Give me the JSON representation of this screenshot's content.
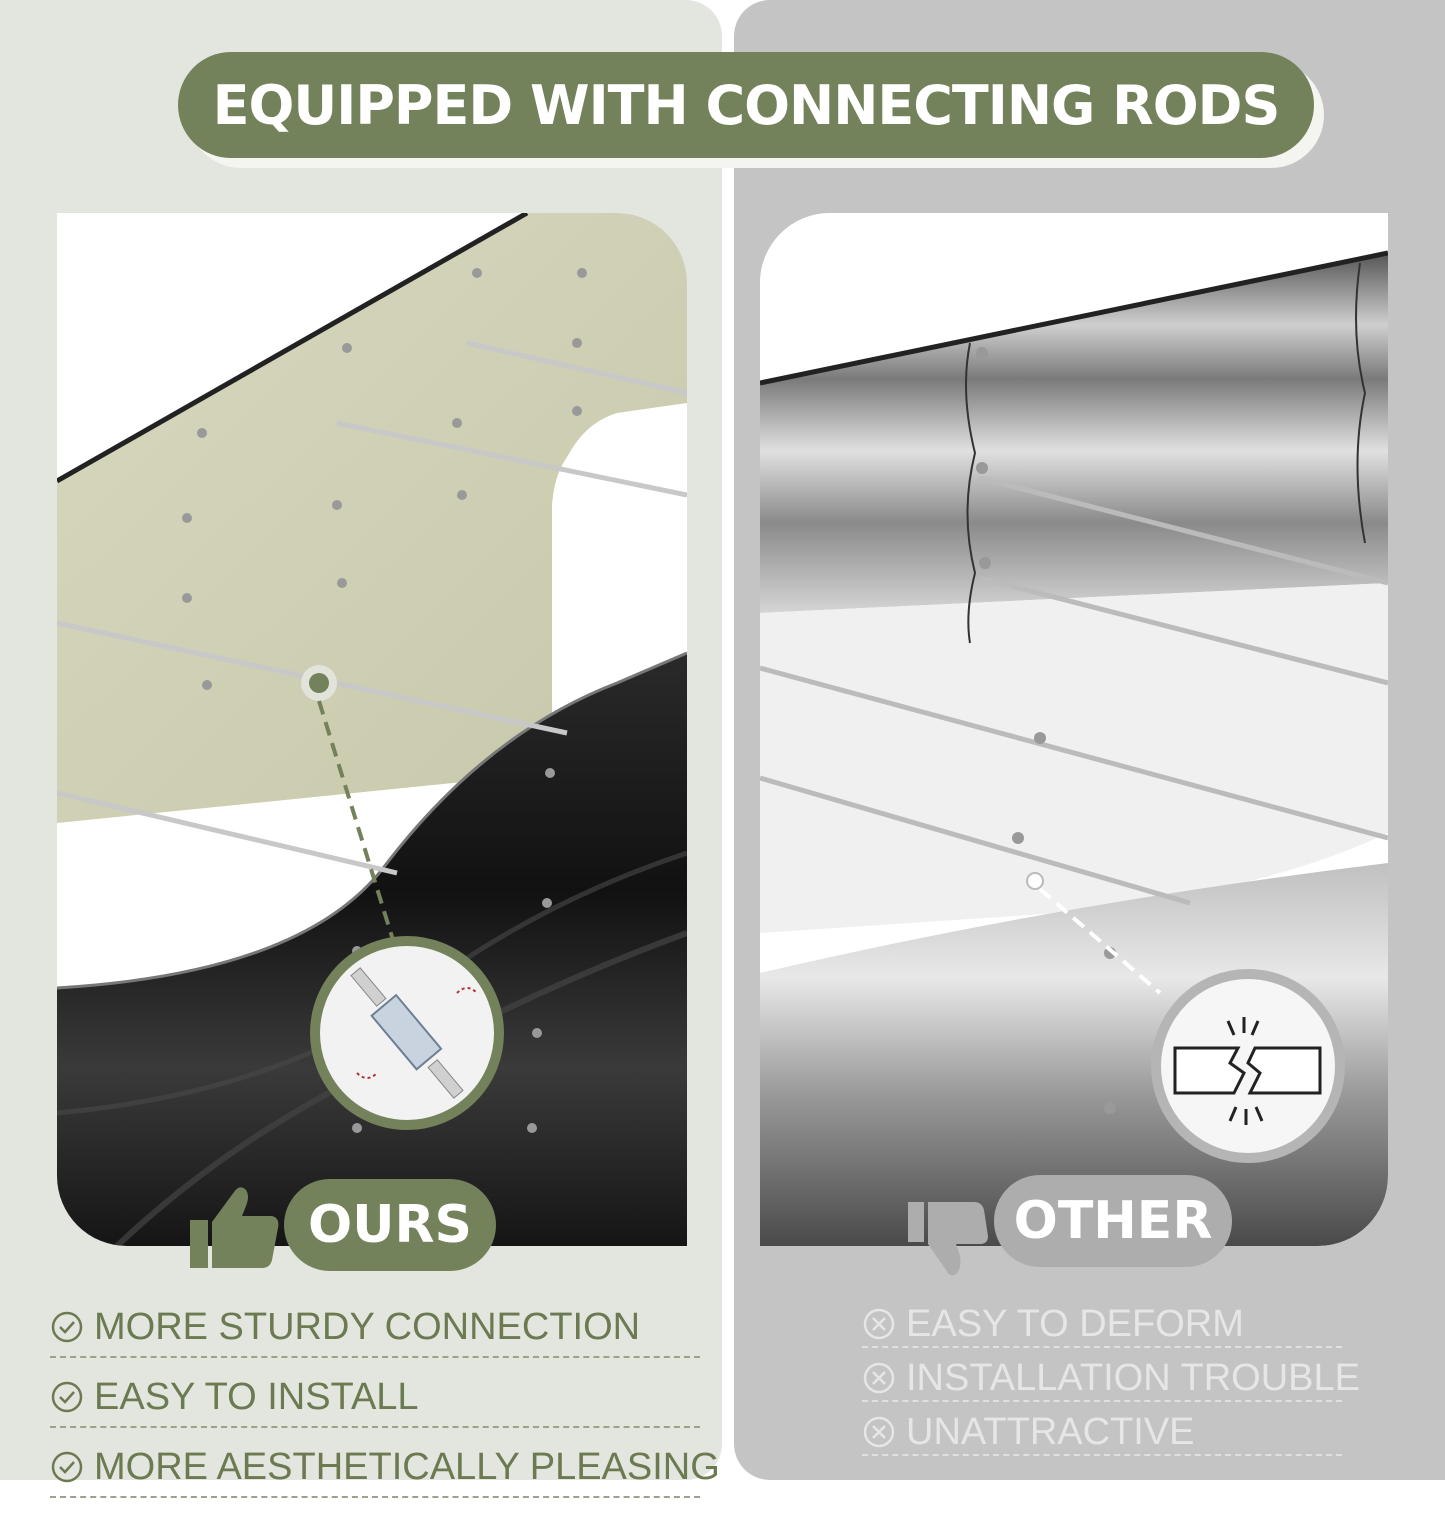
{
  "banner": {
    "title": "EQUIPPED WITH CONNECTING RODS"
  },
  "ours": {
    "label": "OURS",
    "icon": "thumbs-up-icon",
    "accent": "#73825a",
    "items": [
      {
        "text": "MORE STURDY CONNECTION",
        "icon": "check-circle-icon"
      },
      {
        "text": "EASY TO INSTALL",
        "icon": "check-circle-icon"
      },
      {
        "text": "MORE AESTHETICALLY PLEASING",
        "icon": "check-circle-icon"
      }
    ]
  },
  "other": {
    "label": "OTHER",
    "icon": "thumbs-down-icon",
    "accent": "#adadad",
    "items": [
      {
        "text": "EASY TO DEFORM",
        "icon": "x-circle-icon"
      },
      {
        "text": "INSTALLATION TROUBLE",
        "icon": "x-circle-icon"
      },
      {
        "text": "UNATTRACTIVE",
        "icon": "x-circle-icon"
      }
    ]
  }
}
